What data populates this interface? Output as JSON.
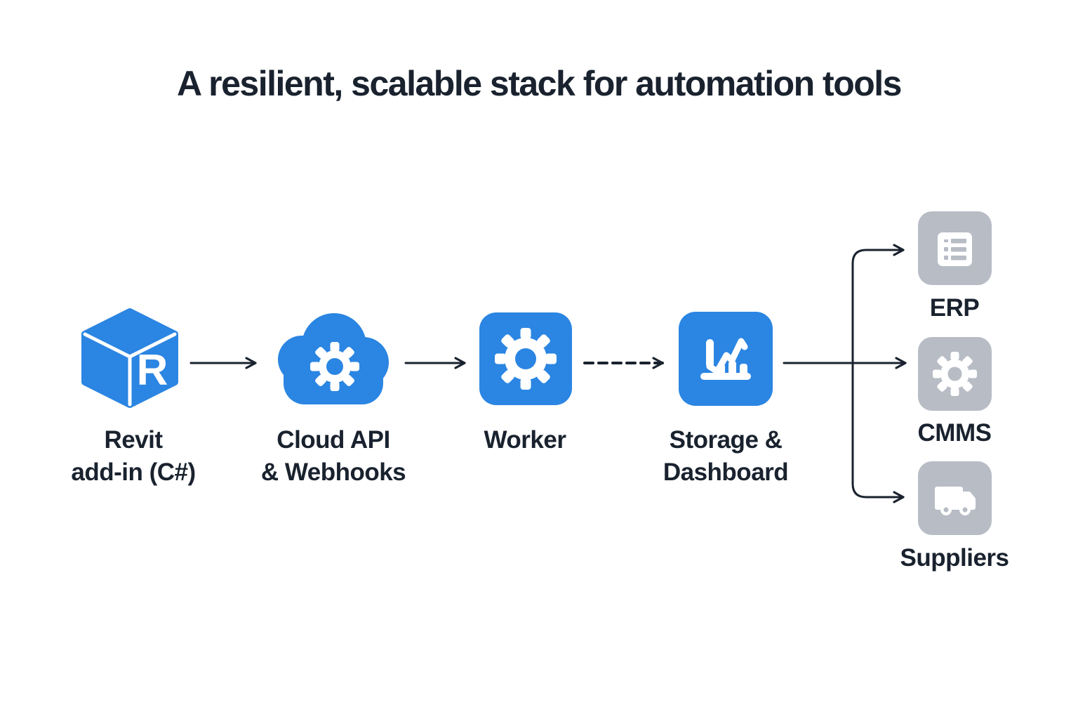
{
  "title": "A resilient, scalable stack for automation tools",
  "colors": {
    "background": "#FFFFFF",
    "accent_blue": "#2B85E2",
    "neutral_gray": "#B7BCC5",
    "text_ink": "#19222E",
    "icon_foreground": "#FFFFFF"
  },
  "nodes": {
    "revit": {
      "line1": "Revit",
      "line2": "add-in (C#)",
      "badge_letter": "R",
      "icon": "revit-cube-icon",
      "color_role": "accent_blue"
    },
    "cloud": {
      "line1": "Cloud API",
      "line2": "& Webhooks",
      "icon": "cloud-gear-icon",
      "color_role": "accent_blue"
    },
    "worker": {
      "line1": "Worker",
      "icon": "gear-icon",
      "color_role": "accent_blue"
    },
    "storage": {
      "line1": "Storage &",
      "line2": "Dashboard",
      "icon": "trend-chart-icon",
      "color_role": "accent_blue"
    },
    "erp": {
      "label": "ERP",
      "icon": "list-icon",
      "color_role": "neutral_gray"
    },
    "cmms": {
      "label": "CMMS",
      "icon": "gear-icon",
      "color_role": "neutral_gray"
    },
    "suppliers": {
      "label": "Suppliers",
      "icon": "truck-icon",
      "color_role": "neutral_gray"
    }
  },
  "connections": [
    {
      "from": "revit",
      "to": "cloud",
      "style": "solid",
      "shape": "straight-arrow"
    },
    {
      "from": "cloud",
      "to": "worker",
      "style": "solid",
      "shape": "straight-arrow"
    },
    {
      "from": "worker",
      "to": "storage",
      "style": "dashed",
      "shape": "straight-arrow"
    },
    {
      "from": "storage",
      "to": "erp",
      "style": "solid",
      "shape": "elbow-up-arrow"
    },
    {
      "from": "storage",
      "to": "cmms",
      "style": "solid",
      "shape": "straight-arrow"
    },
    {
      "from": "storage",
      "to": "suppliers",
      "style": "solid",
      "shape": "elbow-down-arrow"
    }
  ]
}
